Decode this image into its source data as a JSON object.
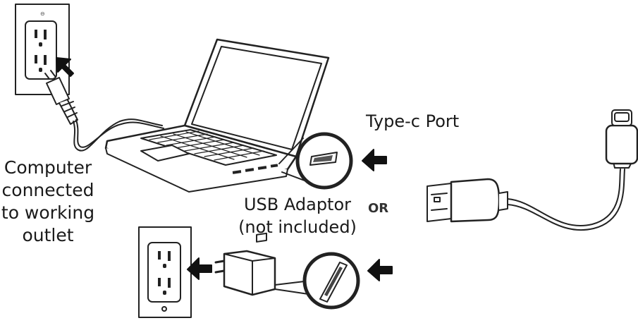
{
  "labels": {
    "computer": [
      "Computer",
      "connected",
      "to working",
      "outlet"
    ],
    "type_c_port": "Type-c Port",
    "usb_adaptor": [
      "USB Adaptor",
      "(not included)"
    ],
    "or": "OR"
  },
  "colors": {
    "stroke": "#222222",
    "fill": "#ffffff",
    "text": "#1a1a1a"
  },
  "icons": [
    "wall-outlet-icon",
    "power-plug-icon",
    "laptop-icon",
    "usb-port-zoom-icon",
    "usb-c-cable-icon",
    "usb-wall-adapter-icon",
    "arrow-icon"
  ]
}
